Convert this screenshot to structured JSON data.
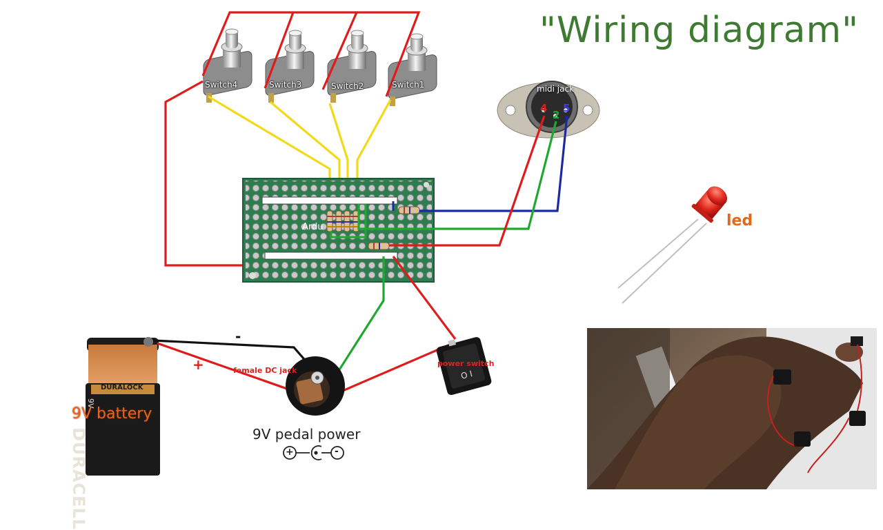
{
  "title": "\"Wiring diagram\"",
  "switches": [
    "Switch4",
    "Switch3",
    "Switch2",
    "Switch1"
  ],
  "midi": {
    "label": "midi jack",
    "pins": [
      "4",
      "2",
      "5"
    ]
  },
  "board": {
    "label": "Ardu"
  },
  "led": {
    "label": "led"
  },
  "dc_jack": {
    "label": "female DC jack"
  },
  "power_switch": {
    "label": "power switch",
    "glyph": "O   I"
  },
  "pedal_power": {
    "label": "9V pedal power"
  },
  "battery": {
    "label": "9V battery",
    "brand": "DURACELL",
    "badge": "DURALOCK",
    "voltage": "9V",
    "plus_sign": "+",
    "minus_sign": "-"
  },
  "polarity": {
    "plus": "+",
    "minus": "-"
  },
  "colors": {
    "wire_red": "#e01b1b",
    "wire_yellow": "#f2d91a",
    "wire_green": "#1fa82f",
    "wire_blue": "#1a2aa0",
    "wire_black": "#111111",
    "pcb_green": "#2e7d4f",
    "title_green": "#3f7a33",
    "battery_orange": "#e8641e"
  }
}
